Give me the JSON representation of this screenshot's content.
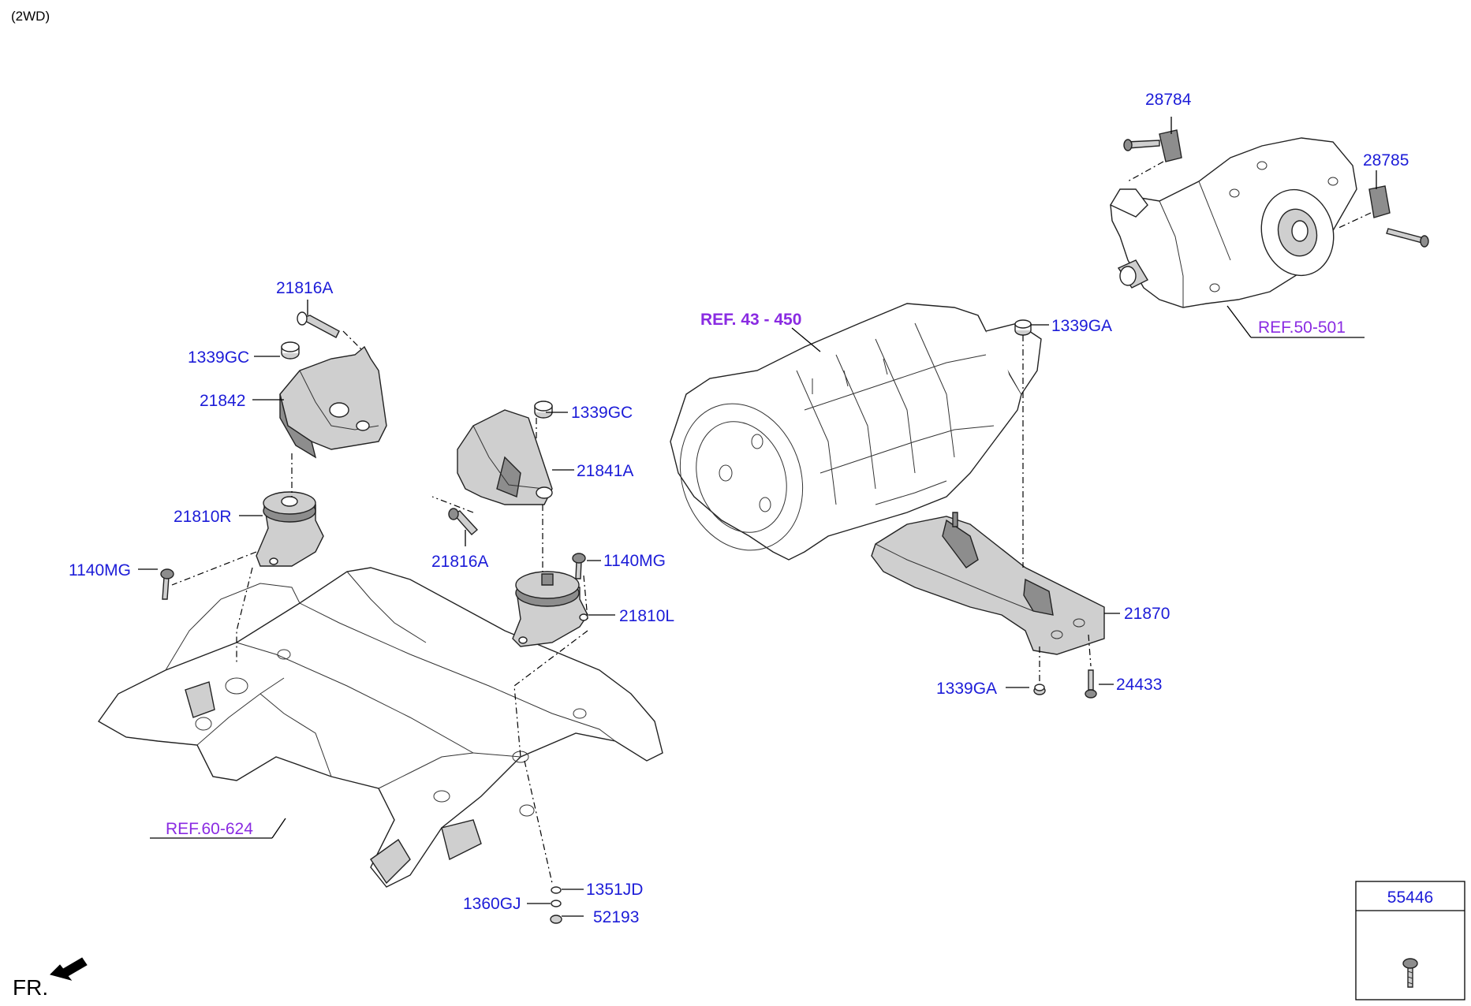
{
  "header": {
    "variant": "(2WD)"
  },
  "footer": {
    "direction_label": "FR."
  },
  "callouts": {
    "p21816A_top": "21816A",
    "p1339GC_left": "1339GC",
    "p21842": "21842",
    "p21810R": "21810R",
    "p1140MG_left": "1140MG",
    "p1339GC_mid": "1339GC",
    "p21841A": "21841A",
    "p21816A_mid": "21816A",
    "p1140MG_mid": "1140MG",
    "p21810L": "21810L",
    "p1339GA_top": "1339GA",
    "p21870": "21870",
    "p1339GA_bot": "1339GA",
    "p24433": "24433",
    "p28784": "28784",
    "p28785": "28785",
    "p1351JD": "1351JD",
    "p1360GJ": "1360GJ",
    "p52193": "52193"
  },
  "references": {
    "transmission": "REF. 43 - 450",
    "differential": "REF.50-501",
    "subframe": "REF.60-624"
  },
  "inset": {
    "part_number": "55446"
  },
  "icons": [
    "front-direction-arrow-icon",
    "bolt-icon"
  ],
  "colors": {
    "part_number": "#1c1cd8",
    "reference": "#8a2be2"
  }
}
